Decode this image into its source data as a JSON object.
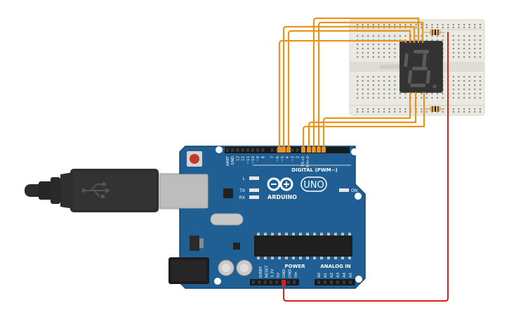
{
  "board": {
    "brand": "ARDUINO",
    "model": "UNO",
    "digital_header": "DIGITAL (PWM~)",
    "analog_header": "ANALOG IN",
    "power_header": "POWER",
    "led_on_label": "ON",
    "led_l_label": "L",
    "led_tx_label": "TX",
    "led_rx_label": "RX",
    "digital_pins": [
      "AREF",
      "GND",
      "13",
      "12",
      "~11",
      "~10",
      "~9",
      "8",
      "7",
      "~6",
      "~5",
      "4",
      "~3",
      "2",
      "TX→1",
      "RX←0"
    ],
    "power_pins": [
      "IOREF",
      "RESET",
      "3.3V",
      "5V",
      "GND",
      "GND",
      "Vin"
    ],
    "analog_pins": [
      "A0",
      "A1",
      "A2",
      "A3",
      "A4",
      "A5"
    ]
  },
  "display": {
    "digit": "8",
    "segment_color": "#5a5a5a",
    "body_color": "#3b3b3b"
  },
  "colors": {
    "board_blue": "#1f5f93",
    "board_edge": "#15456d",
    "wire_orange": "#e8941f",
    "wire_red": "#d9211b",
    "breadboard": "#ebeae2",
    "usb_cable": "#2c2c2c"
  }
}
